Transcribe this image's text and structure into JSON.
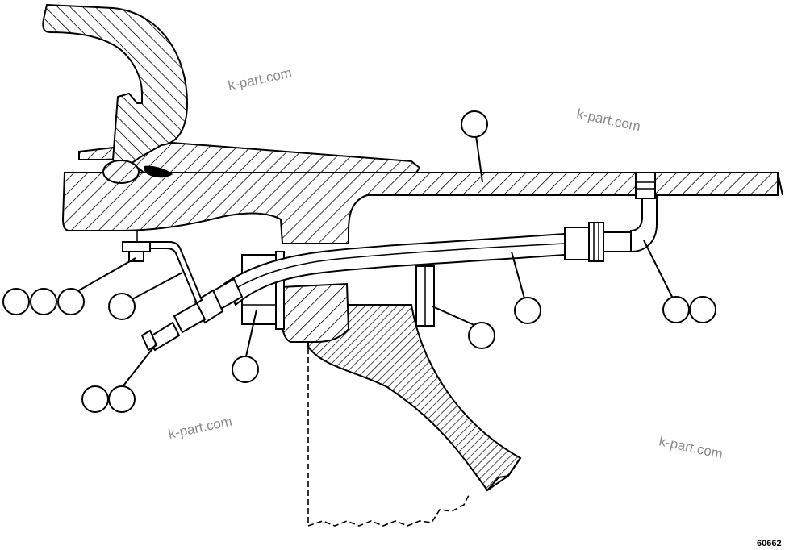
{
  "watermarks": {
    "wm1": "k-part.com",
    "wm2": "k-part.com",
    "wm3": "k-part.com",
    "wm4": "k-part.com"
  },
  "figure_number": "60662",
  "colors": {
    "line": "#000000",
    "background": "#ffffff",
    "watermark": "#8a8a8a"
  }
}
